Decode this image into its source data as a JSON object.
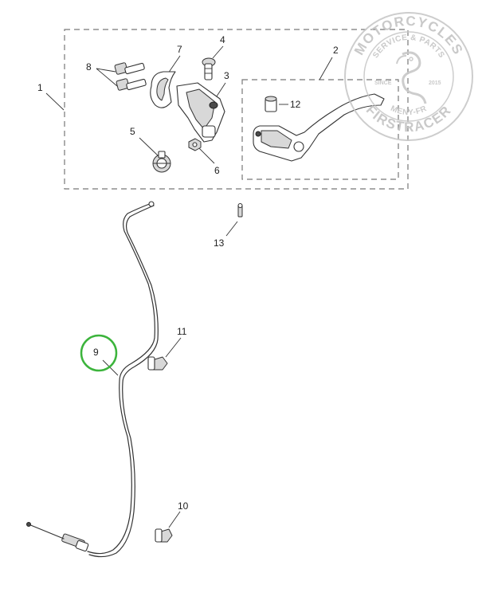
{
  "callouts": [
    {
      "id": "1",
      "label": "1"
    },
    {
      "id": "2",
      "label": "2"
    },
    {
      "id": "3",
      "label": "3"
    },
    {
      "id": "4",
      "label": "4"
    },
    {
      "id": "5",
      "label": "5"
    },
    {
      "id": "6",
      "label": "6"
    },
    {
      "id": "7",
      "label": "7"
    },
    {
      "id": "8",
      "label": "8"
    },
    {
      "id": "9",
      "label": "9"
    },
    {
      "id": "10",
      "label": "10"
    },
    {
      "id": "11",
      "label": "11"
    },
    {
      "id": "12",
      "label": "12"
    },
    {
      "id": "13",
      "label": "13"
    }
  ],
  "highlight": {
    "callout": "9",
    "color": "#3cb43c"
  },
  "watermark": {
    "top_text": "MOTORCYCLES",
    "middle_text": "SERVICE & PARTS",
    "since": "SINCE",
    "year": "2015",
    "location": "MENY-FR",
    "bottom_text": "FIRSTRACER",
    "color": "#c4c4c4"
  }
}
